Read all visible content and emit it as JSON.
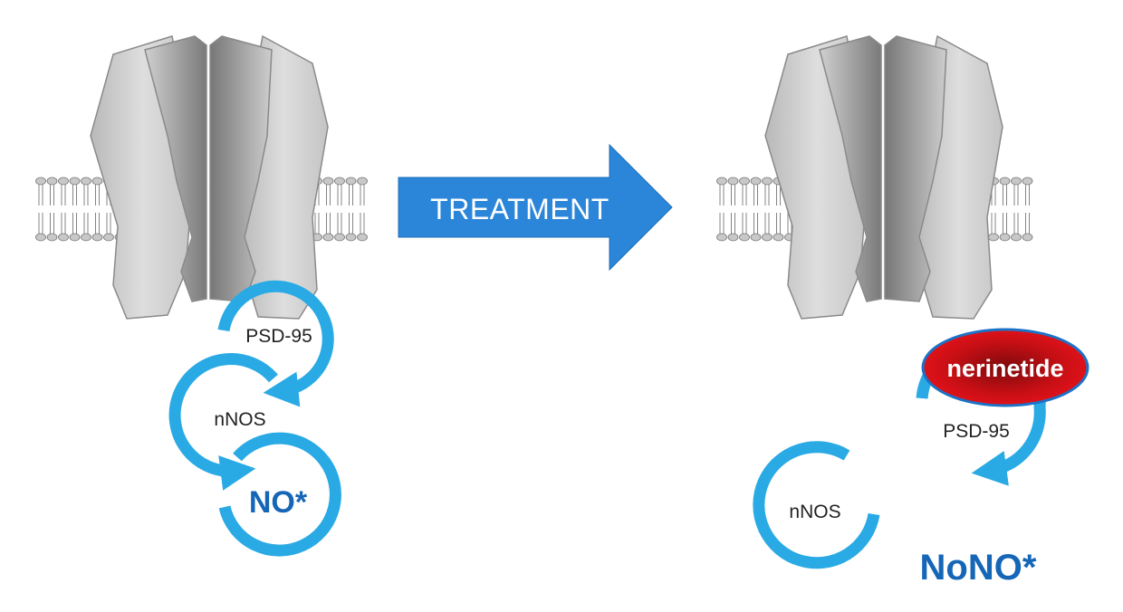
{
  "arrow": {
    "label": "TREATMENT",
    "color": "#2B86D9"
  },
  "left": {
    "psd95_label": "PSD-95",
    "nnos_label": "nNOS",
    "output_label": "NO*"
  },
  "right": {
    "drug_label": "nerinetide",
    "psd95_label": "PSD-95",
    "nnos_label": "nNOS",
    "output_label": "NoNO*"
  },
  "colors": {
    "ring": "#2AAAE4",
    "emphasis_text": "#1566B7",
    "drug_fill": "#D40E14",
    "drug_border": "#1C72C7",
    "channel_gray": "#BDBDBD"
  }
}
